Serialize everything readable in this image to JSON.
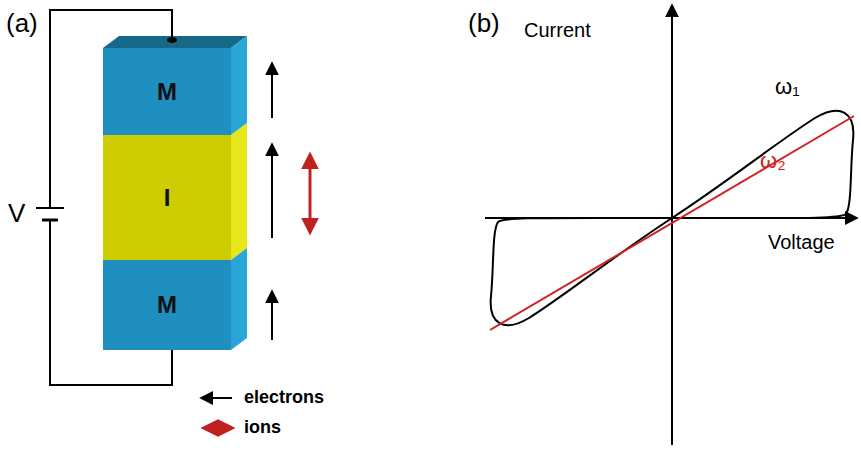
{
  "diagram": {
    "nodes": [
      {
        "text": [
          "M"
        ]
      },
      {
        "text": [
          "I"
        ]
      },
      {
        "text": [
          "M"
        ]
      }
    ],
    "labels": [
      "(a)",
      "(b)",
      "V",
      "Current",
      "Voltage",
      "ω₁",
      "ω₂"
    ],
    "legend": [
      {
        "text": "electrons"
      },
      {
        "text": "ions"
      }
    ]
  }
}
